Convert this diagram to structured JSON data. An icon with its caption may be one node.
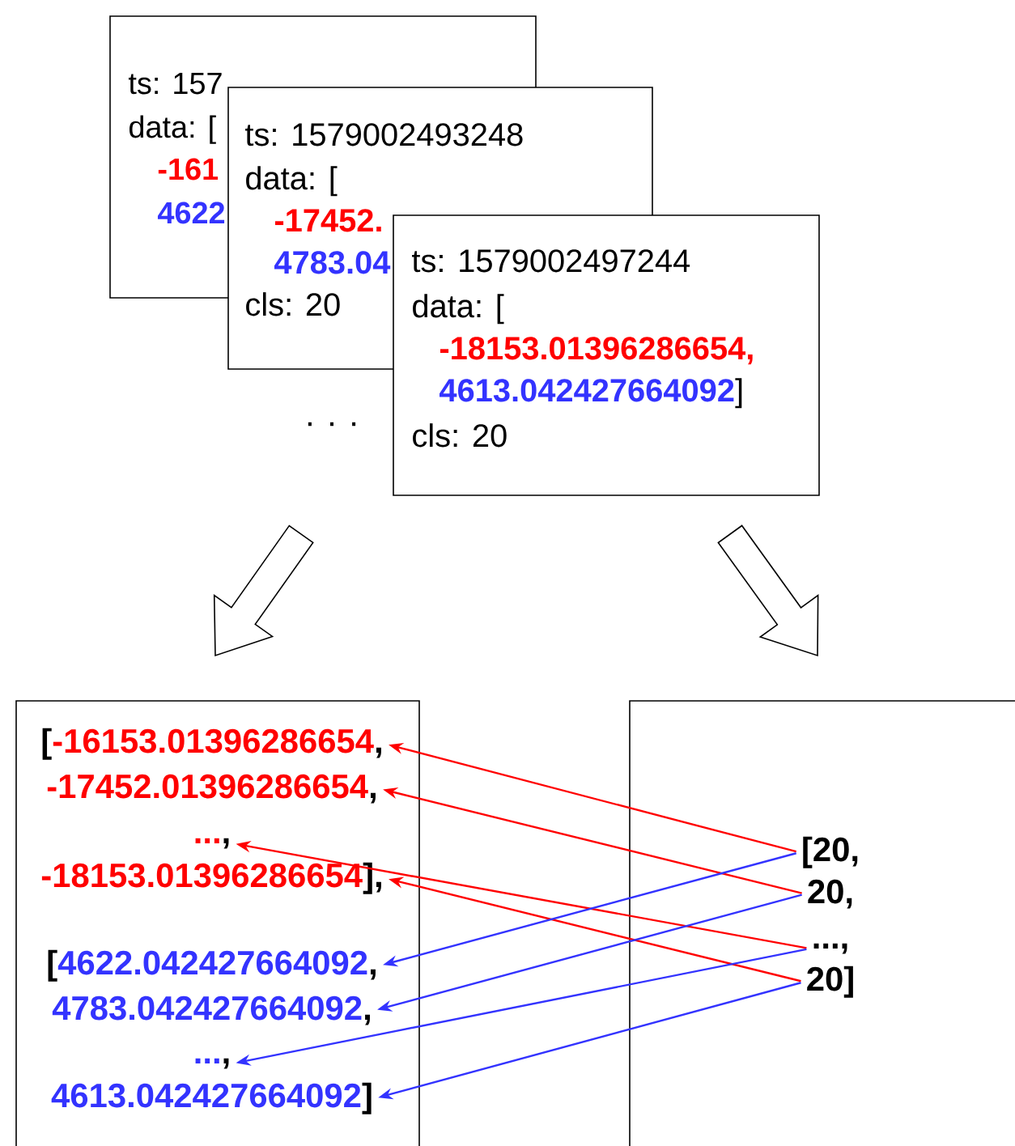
{
  "diagram": {
    "nodes": [
      {
        "text": [
          "ts: 157",
          "data: [",
          "-161",
          "4622"
        ]
      },
      {
        "text": [
          "ts: 1579002493248",
          "data: [",
          "-17452.",
          "4783.04",
          "cls: 20"
        ]
      },
      {
        "text": [
          "ts: 1579002497244",
          "data: [",
          "-18153.01396286654,",
          "4613.042427664092",
          "]",
          "cls: 20"
        ]
      },
      {
        "text": [],
        "shape": "box"
      },
      {
        "text": [],
        "shape": "box"
      },
      {
        "text": [
          "[",
          "-16153.01396286654",
          ","
        ],
        "in": 3
      },
      {
        "text": [
          "-17452.01396286654",
          ","
        ],
        "in": 3
      },
      {
        "text": [
          "...",
          ","
        ],
        "in": 3
      },
      {
        "text": [
          "-18153.01396286654",
          "],"
        ],
        "in": 3
      },
      {
        "text": [
          "[",
          "4622.042427664092",
          ","
        ],
        "in": 3
      },
      {
        "text": [
          "4783.042427664092",
          ","
        ],
        "in": 3
      },
      {
        "text": [
          "...",
          ","
        ],
        "in": 3
      },
      {
        "text": [
          "4613.042427664092",
          "]"
        ],
        "in": 3
      },
      {
        "text": [
          "[20,"
        ],
        "in": 4
      },
      {
        "text": [
          "20,"
        ],
        "in": 4
      },
      {
        "text": [
          "...,"
        ],
        "in": 4
      },
      {
        "text": [
          "20]"
        ],
        "in": 4
      }
    ],
    "edges": [
      {
        "from": null,
        "to": 3,
        "arrow": "to"
      },
      {
        "from": null,
        "to": 4,
        "arrow": "to"
      },
      {
        "from": 13,
        "to": 5,
        "arrow": "to",
        "color": "#ff0000"
      },
      {
        "from": 14,
        "to": 6,
        "arrow": "to",
        "color": "#ff0000"
      },
      {
        "from": 15,
        "to": 7,
        "arrow": "to",
        "color": "#ff0000"
      },
      {
        "from": 16,
        "to": 8,
        "arrow": "to",
        "color": "#ff0000"
      },
      {
        "from": 13,
        "to": 9,
        "arrow": "to",
        "color": "#3333ff"
      },
      {
        "from": 14,
        "to": 10,
        "arrow": "to",
        "color": "#3333ff"
      },
      {
        "from": 15,
        "to": 11,
        "arrow": "to",
        "color": "#3333ff"
      },
      {
        "from": 16,
        "to": 12,
        "arrow": "to",
        "color": "#3333ff"
      }
    ],
    "labels": [
      ". . ."
    ]
  }
}
